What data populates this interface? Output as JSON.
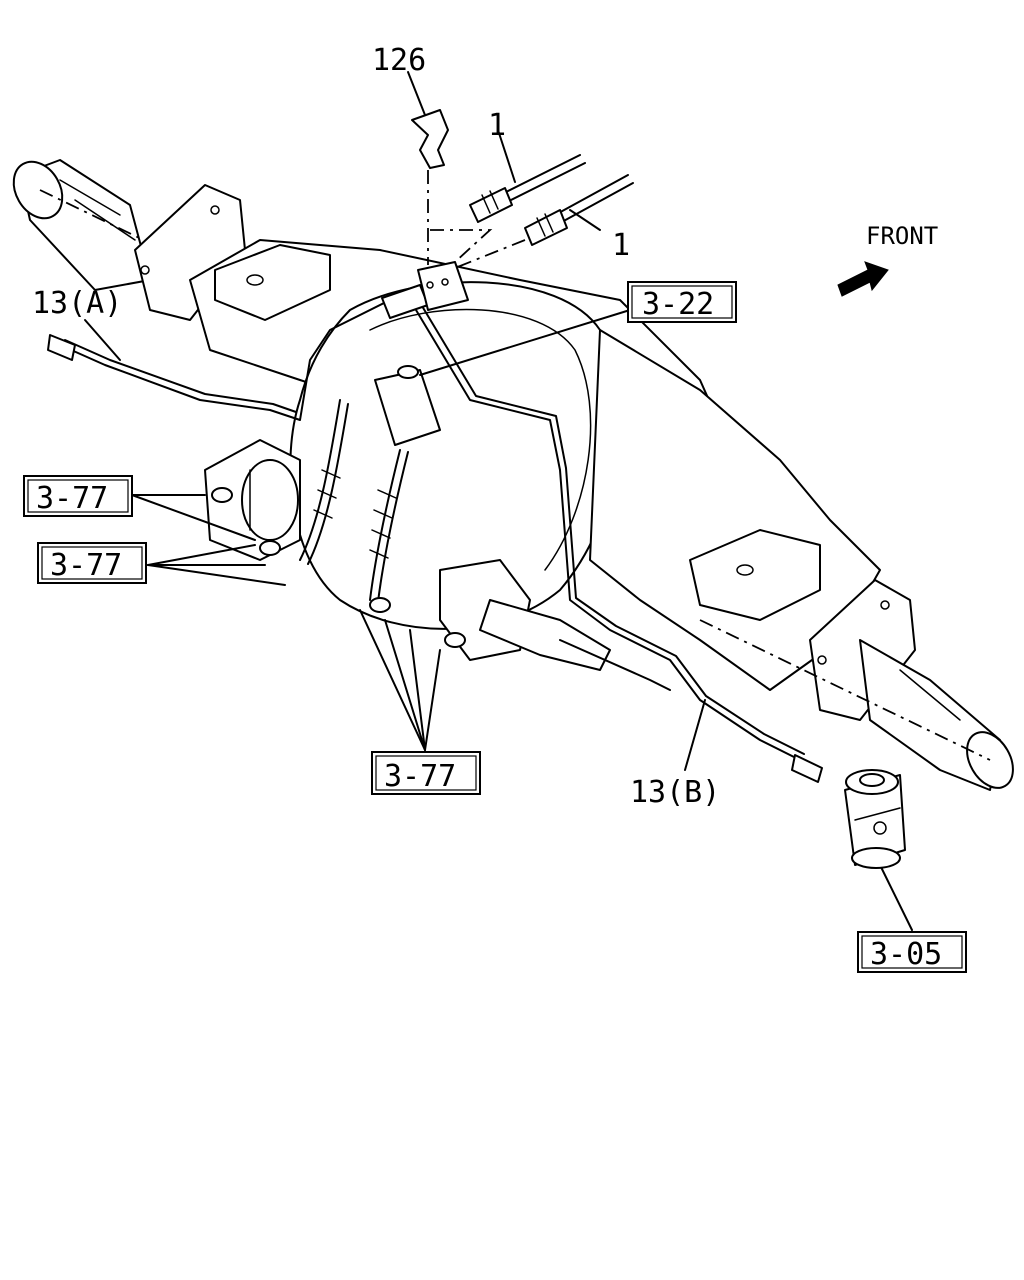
{
  "diagram": {
    "labels": {
      "clip_part_no": "126",
      "hose_left_no": "1",
      "hose_right_no": "1",
      "pipe_a": "13(A)",
      "pipe_b": "13(B)",
      "front": "FRONT"
    },
    "references": {
      "ref_3_22": "3-22",
      "ref_3_77_top": "3-77",
      "ref_3_77_mid": "3-77",
      "ref_3_77_bottom": "3-77",
      "ref_3_05": "3-05"
    }
  }
}
